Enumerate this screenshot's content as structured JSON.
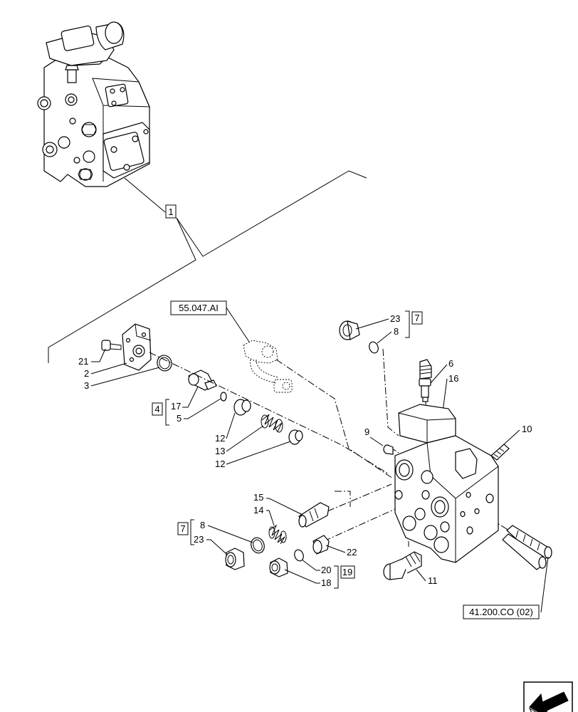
{
  "callouts": {
    "c1": "1",
    "c2": "2",
    "c3": "3",
    "c4": "4",
    "c5": "5",
    "c6": "6",
    "c7a": "7",
    "c7b": "7",
    "c8a": "8",
    "c8b": "8",
    "c9": "9",
    "c10": "10",
    "c11": "11",
    "c12a": "12",
    "c12b": "12",
    "c13": "13",
    "c14": "14",
    "c15": "15",
    "c16": "16",
    "c17": "17",
    "c18": "18",
    "c19": "19",
    "c20": "20",
    "c21": "21",
    "c22": "22",
    "c23a": "23",
    "c23b": "23"
  },
  "references": {
    "sensor_ref": "55.047.AI",
    "connector_ref": "41.200.CO (02)"
  },
  "icons": {
    "nav": "arrow-back-icon"
  },
  "colors": {
    "line": "#000000",
    "background": "#ffffff"
  }
}
